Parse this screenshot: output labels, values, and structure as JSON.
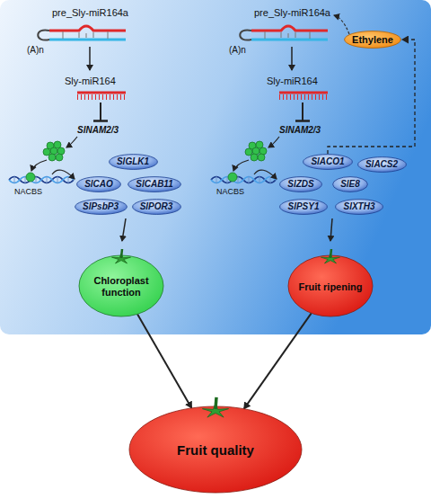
{
  "diagram": {
    "nodes": [
      {
        "text": [
          "SlGLK1"
        ]
      },
      {
        "text": [
          "SlCAO"
        ]
      },
      {
        "text": [
          "SlCAB11"
        ]
      },
      {
        "text": [
          "SlPsbP3"
        ]
      },
      {
        "text": [
          "SlPOR3"
        ]
      },
      {
        "text": [
          "Chloroplast function"
        ]
      },
      {
        "text": [
          "Ethylene"
        ]
      },
      {
        "text": [
          "SlACO1"
        ]
      },
      {
        "text": [
          "SlACS2"
        ]
      },
      {
        "text": [
          "SlZDS"
        ]
      },
      {
        "text": [
          "SlE8"
        ]
      },
      {
        "text": [
          "SlPSY1"
        ]
      },
      {
        "text": [
          "SlXTH3"
        ]
      },
      {
        "text": [
          "Fruit ripening"
        ]
      },
      {
        "text": [
          "Fruit quality"
        ]
      }
    ],
    "edges": [
      {
        "from": 7,
        "to": 6,
        "arrow": "to"
      },
      {
        "from": 5,
        "to": 14,
        "arrow": "to"
      },
      {
        "from": 13,
        "to": 14,
        "arrow": "to"
      }
    ],
    "labels": [
      "pre_Sly-miR164a",
      "(A)n",
      "Sly-miR164",
      "SlNAM2/3",
      "NACBS",
      "pre_Sly-miR164a",
      "(A)n",
      "Sly-miR164",
      "SlNAM2/3",
      "NACBS"
    ]
  }
}
